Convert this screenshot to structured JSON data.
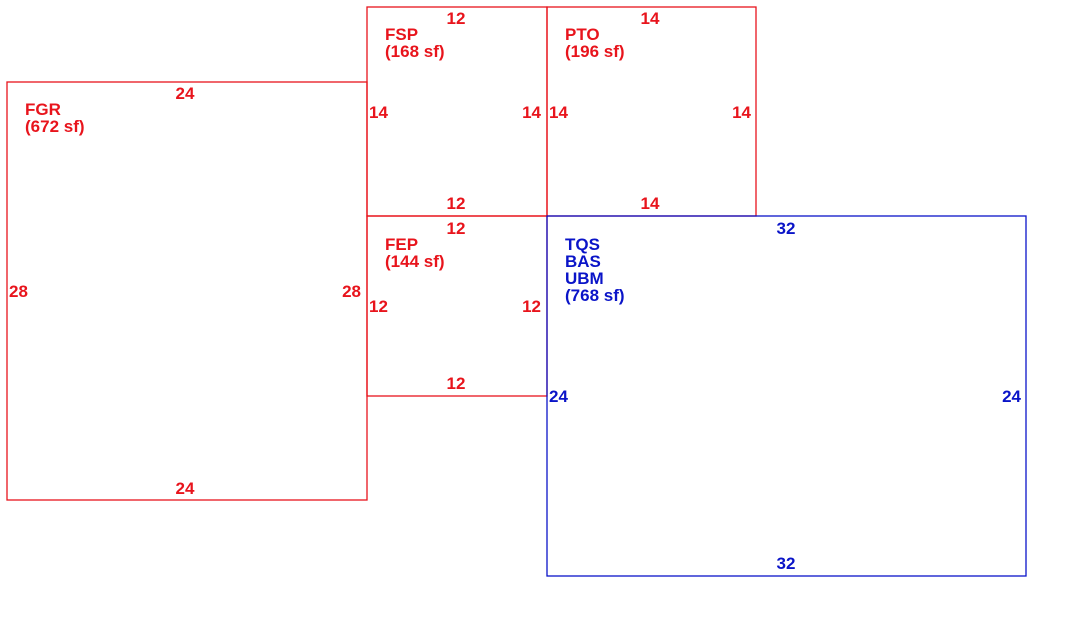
{
  "colors": {
    "garage_porch": "#e8141c",
    "living": "#0a14c8"
  },
  "areas": {
    "fgr": {
      "lines": [
        "FGR",
        "(672 sf)"
      ],
      "top": "24",
      "bottom": "24",
      "left": "28",
      "right": "28"
    },
    "fsp": {
      "lines": [
        "FSP",
        "(168 sf)"
      ],
      "top": "12",
      "bottom": "12",
      "left": "14",
      "right": "14"
    },
    "pto": {
      "lines": [
        "PTO",
        "(196 sf)"
      ],
      "top": "14",
      "bottom": "14",
      "left": "14",
      "right": "14"
    },
    "fep": {
      "lines": [
        "FEP",
        "(144 sf)"
      ],
      "top": "12",
      "bottom": "12",
      "left": "12",
      "right": "12"
    },
    "main": {
      "lines": [
        "TQS",
        "BAS",
        "UBM",
        "(768 sf)"
      ],
      "top": "32",
      "bottom": "32",
      "left": "24",
      "right": "24"
    }
  }
}
